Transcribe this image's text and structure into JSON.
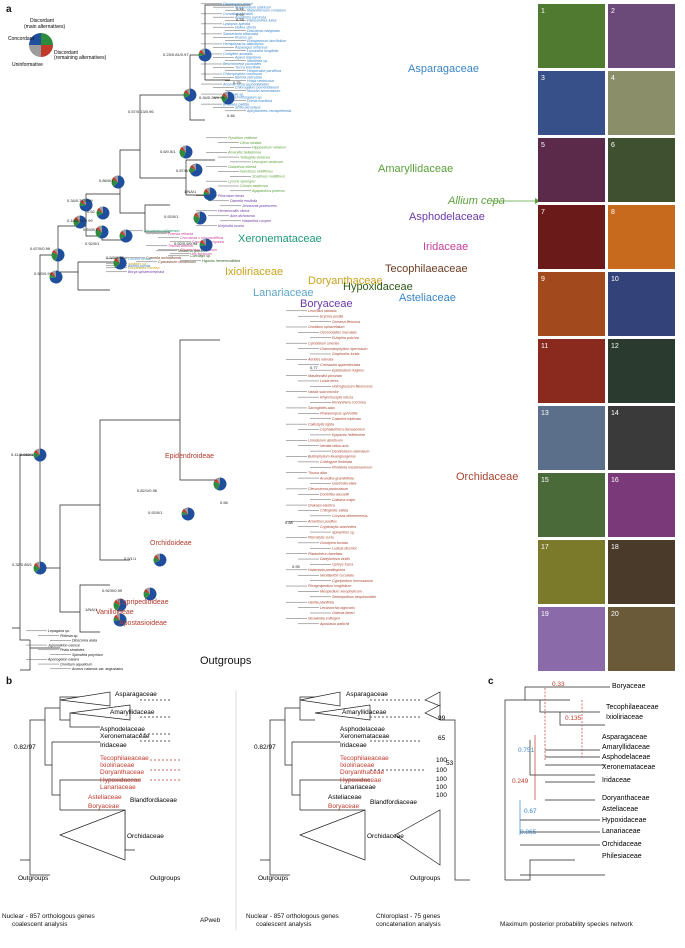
{
  "panels": {
    "a": "a",
    "b": "b",
    "c": "c"
  },
  "legend": {
    "concordant": "Concordant",
    "discordant_main": "Discordant",
    "discordant_main_sub": "(main alternatives)",
    "discordant_remaining": "Discordant",
    "discordant_remaining_sub": "(remaining alternatives)",
    "uninformative": "Uninformative",
    "colors": {
      "concordant": "#1f4e9c",
      "discordant_main": "#2e8b3d",
      "discordant_remaining": "#c0392b",
      "uninformative": "#9b9b9b"
    }
  },
  "families": {
    "asparagaceae": {
      "label": "Asparagaceae",
      "color": "#3a86c8"
    },
    "amaryllidaceae": {
      "label": "Amaryllidaceae",
      "color": "#5ba03a"
    },
    "allium": {
      "label": "Allium cepa",
      "color": "#5ba03a"
    },
    "asphodelaceae": {
      "label": "Asphodelaceae",
      "color": "#6a3aa8"
    },
    "xeronemataceae": {
      "label": "Xeronemataceae",
      "color": "#1f9a78"
    },
    "iridaceae": {
      "label": "Iridaceae",
      "color": "#c53f9a"
    },
    "tecophilaeaceae": {
      "label": "Tecophilaeaceae",
      "color": "#6b3b22"
    },
    "ixioliriaceae": {
      "label": "Ixioliriaceae",
      "color": "#c9a21c"
    },
    "doryanthaceae": {
      "label": "Doryanthaceae",
      "color": "#c9a21c"
    },
    "hypoxidaceae": {
      "label": "Hypoxidaceae",
      "color": "#2f5a18"
    },
    "asteliaceae": {
      "label": "Asteliaceae",
      "color": "#3a86c8"
    },
    "lanariaceae": {
      "label": "Lanariaceae",
      "color": "#5fa5c9"
    },
    "boryaceae": {
      "label": "Boryaceae",
      "color": "#6a3aa8"
    },
    "orchidaceae": {
      "label": "Orchidaceae",
      "color": "#a8442f"
    },
    "outgroups": {
      "label": "Outgroups",
      "color": "#111111"
    }
  },
  "subfamilies": {
    "epidendroideae": "Epidendroideae",
    "orchidoideae": "Orchidoideae",
    "cypripedioideae": "Cypripedioideae",
    "vanilloideae": "Vanilloideae",
    "apostasioideae": "Apostasioideae"
  },
  "support": {
    "s1": "0.23/0.81/0.97",
    "s2": "0.57/0.13/0.96",
    "s3": "0.34/0.28/0.98",
    "s4": "0.6/0.5/1",
    "s5": "1/NA/1",
    "s6": "0.87/0/1",
    "s7": "0.86/0/1",
    "s8": "0.92/0/1",
    "s9": "0.34/0.37/0.99",
    "s10": "0.62",
    "s11": "0.18/0.51/0.99",
    "s12": "0.53/0/1",
    "s13": "0.92/0.9/0.98",
    "s14": "0.92/0/1",
    "s15": "0.5/0/0.98",
    "s16": "0.67/0/0.99",
    "s17": "0.5/0/0.99",
    "s18": "0.41/0.069/1",
    "s19": "0.32/0.85/1",
    "s20": "0.82/1/0.96",
    "s21": "0.92/0/1",
    "s22": "0.9/1/1",
    "s23": "0.92/0/0.99",
    "s24": "1/NA/1",
    "s25": "0.56",
    "s26": "0.77",
    "s27": "0.88",
    "s28": "0.95",
    "s29": "0.41",
    "s30": "0.99",
    "s31": "0.78",
    "s32": "0.75",
    "s33": "0.46"
  },
  "taxa": {
    "asparagaceae": [
      "Disporopsis pernyi",
      "Polygonatum sibiricum",
      "Maianthemum cordatum",
      "Convallaria keiskei",
      "Aspidistra sarcicola",
      "Paloisanthes lutea",
      "Lysiopsis spicata",
      "Nolina stricta",
      "Dracaena marginata",
      "Sansevieria trifasciata",
      "Ruscus sp.",
      "Eriospermum lancifolium",
      "Hemiphylacus alatostylus",
      "Asparagus setaceus",
      "Lomandra longifolia",
      "Cordyline australis",
      "Agave tequilana",
      "Manfreda sp.",
      "Beschorneria yuccoides",
      "Yucca brevifolia",
      "Hesperaloe parviflora",
      "Chlorophytum comosum",
      "Behnia reticulata",
      "Hosta ventricosa",
      "Anemarrhena asphodeloides",
      "Chlorogalum pomeridianum",
      "Muscari armeniacum",
      "Bellevalia sp.",
      "Ornithogalum sp.",
      "Drimia maritima",
      "Brodiaea pallida",
      "Scilla peruviana",
      "Aphyllanthes monspeliensis"
    ],
    "amaryllidaceae": [
      "Pyrolirion chilense",
      "Clivia miniata",
      "Hippeastrum vittatum",
      "Amaryllis belladonna",
      "Tulbaghia violacea",
      "Leucojum aestivum",
      "Galanthus elwesii",
      "Narcissus viridiflorus",
      "Scadoxus multiflorus",
      "Lycoris sprengeri",
      "Crinum asiaticum",
      "Agapanthus praecox"
    ],
    "asphodelaceae": [
      "Phormium tenax",
      "Dianella ensifolia",
      "Johnsonia pubescens",
      "Hemerocallis citrina",
      "Aloe dichotoma",
      "Haworthia cooperi",
      "Kniphofia uvaria"
    ],
    "xeronemataceae": [
      "Xeronema callistemon"
    ],
    "iridaceae": [
      "Freesia refracta",
      "Crocosmia x crocosmiiflora",
      "Crocus kotschyanus",
      "Tritonia laxifolia",
      "Sisyrinchium rosulatum",
      "Iris tectorum"
    ],
    "tecophilaeaceae": [
      "Cyanella orchidiformis",
      "Cyanastrum cordifolium"
    ],
    "ixioliriaceae": [
      "Ixiolirion sp."
    ],
    "doryanthaceae": [
      "Doryanthes excelsa"
    ],
    "hypoxidaceae": [
      "Molineria gracilis",
      "Curculigo sp.",
      "Hypoxis hemerocallidea"
    ],
    "lanariaceae": [
      "Lanaria lanata"
    ],
    "asteliaceae": [
      "Astelia pumila"
    ],
    "boryaceae": [
      "Borya sphaerocephala"
    ],
    "orchidaceae": [
      "Leochilus labiatus",
      "Erycina pusilla",
      "Gomesa flexuosa",
      "Oncidium sphacelatum",
      "Oeceoclades maculata",
      "Eulophia pulchra",
      "Cymbidium sinense",
      "Grammatophyllum speciosum",
      "Graphorkis lurida",
      "Aerides odorata",
      "Cremastra appendiculata",
      "Epidendrum fulgens",
      "Masdevallia picturata",
      "Luisia teres",
      "Holcoglossum flavescens",
      "Vanda subconcolor",
      "Rhynchostylis retusa",
      "Renanthera coccinea",
      "Sarcoglottis alba",
      "Phalaenopsis aphrodite",
      "Calanthe triplicata",
      "Callostylis rigida",
      "Cephalanthera damasonium",
      "Epipactis helleborine",
      "Limodorum abortivum",
      "Neottia nidus-avis",
      "Dendrobium catenatum",
      "Bulbophyllum kwangtungense",
      "Coelogyne fimbriata",
      "Pholidota missionariorum",
      "Thunia alba",
      "Arundina graminifolia",
      "Gastrodia elata",
      "Cleisostoma paniculatum",
      "Dockrillia wassellii",
      "Caleana major",
      "Drakaea elastica",
      "Chiloglottis valida",
      "Corybas dientemensis",
      "Acianthus pusillus",
      "Cryptostylis arachnites",
      "Spiranthes sp.",
      "Pterostylis curta",
      "Goodyera fumata",
      "Ludisia discolor",
      "Platanthera clavellata",
      "Dactylorhiza viridis",
      "Ophrys fusca",
      "Habenaria pantlingiana",
      "Neottianthe cucullata",
      "Cypripedium formosanum",
      "Phragmipedium longifolium",
      "Mexipedium xerophyticum",
      "Selenipedium aequinoctiale",
      "Vanilla planifolia",
      "Lecanorchis nigricans",
      "Galeola faberi",
      "Neuwiedia zollingeri",
      "Apostasia wallichii"
    ],
    "outgroups": [
      "Lepagaria sp.",
      "Philesia sp.",
      "Dioscorea alata",
      "Japonolirion osense",
      "Pistia stratiotes",
      "Spirodela polyrhiza",
      "Aponogeton natans",
      "Orontium aquaticum",
      "Acorus calamus var. angustatus"
    ]
  },
  "photos": [
    "1",
    "2",
    "3",
    "4",
    "5",
    "6",
    "7",
    "8",
    "9",
    "10",
    "11",
    "12",
    "13",
    "14",
    "15",
    "16",
    "17",
    "18",
    "19",
    "20"
  ],
  "panel_b": {
    "tree1_caption_1": "Nuclear - 857 orthologous genes",
    "tree1_caption_2": "coalescent analysis",
    "tree2_caption": "APweb",
    "tree3_caption_1": "Nuclear - 857 orthologous genes",
    "tree3_caption_2": "coalescent analysis",
    "tree4_caption_1": "Chloroplast - 75 genes",
    "tree4_caption_2": "concatenation analysis",
    "support_left": "0.82/97",
    "support_right": "0.82/97",
    "left_labels": [
      "Asparagaceae",
      "Amaryllidaceae",
      "Asphodelaceae",
      "Xeronemataceae",
      "Iridaceae",
      "Tecophilaeaceae",
      "Ixioliriaceae",
      "Doryanthaceae",
      "Hypoxidaceae",
      "Lanariaceae",
      "Asteliaceae",
      "Blandfordiaceae",
      "Boryaceae",
      "Orchidaceae",
      "Outgroups",
      "Outgroups"
    ],
    "right_labels": [
      "Asparagaceae",
      "Amaryllidaceae",
      "Asphodelaceae",
      "Xeronemataceae",
      "Iridaceae",
      "Tecophilaeaceae",
      "Ixioliriaceae",
      "Doryanthaceae",
      "Hypoxidaceae",
      "Lanariaceae",
      "Asteliaceae",
      "Blandfordiaceae",
      "Boryaceae",
      "Orchidaceae",
      "Outgroups",
      "Outgroups"
    ],
    "chloro_support": [
      "99",
      "65",
      "100",
      "53",
      "100",
      "100",
      "100",
      "100"
    ]
  },
  "panel_c": {
    "caption": "Maximum posterior probability species network",
    "taxa": [
      "Boryaceae",
      "Tecophilaeaceae",
      "Ixioliriaceae",
      "Asparagaceae",
      "Amaryllidaceae",
      "Asphodelaceae",
      "Xeronemataceae",
      "Iridaceae",
      "Doryanthaceae",
      "Asteliaceae",
      "Hypoxidaceae",
      "Lanariaceae",
      "Orchidaceae",
      "Philesiaceae"
    ],
    "inheritance": [
      "0.33",
      "0.135",
      "0.751",
      "0.249",
      "0.67",
      "0.865"
    ]
  }
}
